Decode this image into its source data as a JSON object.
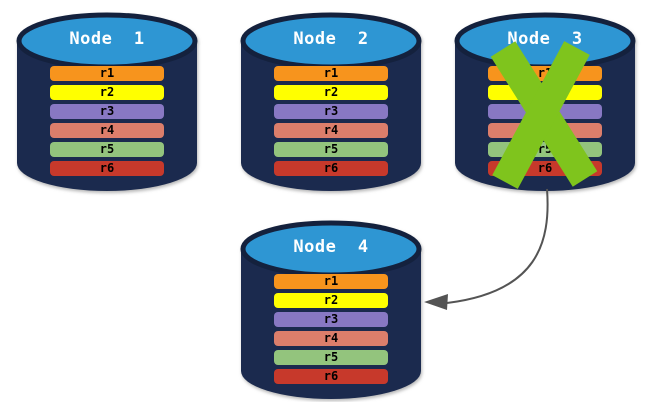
{
  "diagram": {
    "background": "#FFFFFF",
    "colors": {
      "cylinder_body": "#1B2A4E",
      "cylinder_top": "#2E96D3",
      "cylinder_stroke": "#14213D",
      "bar_text": "#000000",
      "x_mark": "#7FC41D",
      "arrow": "#545454"
    },
    "nodes": [
      {
        "title": "Node  1",
        "failed": false,
        "replicas": [
          {
            "label": "r1",
            "color": "#F7941D"
          },
          {
            "label": "r2",
            "color": "#FFFF00"
          },
          {
            "label": "r3",
            "color": "#8878C3"
          },
          {
            "label": "r4",
            "color": "#DC7E6B"
          },
          {
            "label": "r5",
            "color": "#93C47D"
          },
          {
            "label": "r6",
            "color": "#C7392B"
          }
        ]
      },
      {
        "title": "Node  2",
        "failed": false,
        "replicas": [
          {
            "label": "r1",
            "color": "#F7941D"
          },
          {
            "label": "r2",
            "color": "#FFFF00"
          },
          {
            "label": "r3",
            "color": "#8878C3"
          },
          {
            "label": "r4",
            "color": "#DC7E6B"
          },
          {
            "label": "r5",
            "color": "#93C47D"
          },
          {
            "label": "r6",
            "color": "#C7392B"
          }
        ]
      },
      {
        "title": "Node  3",
        "failed": true,
        "replicas": [
          {
            "label": "r1",
            "color": "#F7941D"
          },
          {
            "label": "r2",
            "color": "#FFFF00"
          },
          {
            "label": "r3",
            "color": "#8878C3"
          },
          {
            "label": "r4",
            "color": "#DC7E6B"
          },
          {
            "label": "r5",
            "color": "#93C47D"
          },
          {
            "label": "r6",
            "color": "#C7392B"
          }
        ]
      },
      {
        "title": "Node  4",
        "failed": false,
        "replicas": [
          {
            "label": "r1",
            "color": "#F7941D"
          },
          {
            "label": "r2",
            "color": "#FFFF00"
          },
          {
            "label": "r3",
            "color": "#8878C3"
          },
          {
            "label": "r4",
            "color": "#DC7E6B"
          },
          {
            "label": "r5",
            "color": "#93C47D"
          },
          {
            "label": "r6",
            "color": "#C7392B"
          }
        ]
      }
    ],
    "arrow": {
      "from": "Node 3",
      "to": "Node 4"
    }
  }
}
